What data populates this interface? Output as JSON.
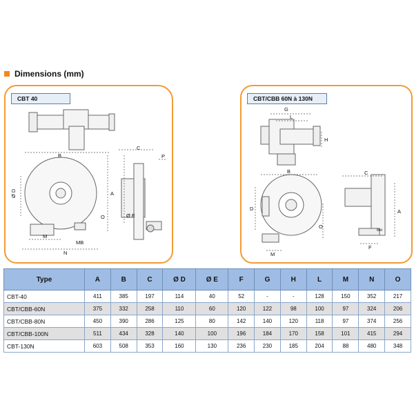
{
  "section": {
    "title": "Dimensions (mm)"
  },
  "panels": {
    "left": {
      "label": "CBT 40",
      "dims": {
        "b": "B",
        "c": "C",
        "p": "P",
        "d": "Ø D",
        "a": "A",
        "o": "O",
        "e": "Ø E",
        "m": "M",
        "mb": "MB",
        "n": "N"
      }
    },
    "right": {
      "label": "CBT/CBB 60N à 130N",
      "dims": {
        "g": "G",
        "l": "L",
        "h": "H",
        "b": "B",
        "c": "C",
        "d": "D",
        "a": "A",
        "o": "O",
        "m": "M",
        "f": "F",
        "mb": "Mel"
      }
    }
  },
  "table": {
    "headers": [
      "Type",
      "A",
      "B",
      "C",
      "Ø D",
      "Ø E",
      "F",
      "G",
      "H",
      "L",
      "M",
      "N",
      "O"
    ],
    "rows": [
      [
        "CBT-40",
        "411",
        "385",
        "197",
        "114",
        "40",
        "52",
        "-",
        "-",
        "128",
        "150",
        "352",
        "217"
      ],
      [
        "CBT/CBB-60N",
        "375",
        "332",
        "258",
        "110",
        "60",
        "120",
        "122",
        "98",
        "100",
        "97",
        "324",
        "206"
      ],
      [
        "CBT/CBB-80N",
        "450",
        "390",
        "286",
        "125",
        "80",
        "142",
        "140",
        "120",
        "118",
        "97",
        "374",
        "256"
      ],
      [
        "CBT/CBB-100N",
        "511",
        "434",
        "328",
        "140",
        "100",
        "196",
        "184",
        "170",
        "158",
        "101",
        "415",
        "294"
      ],
      [
        "CBT-130N",
        "603",
        "508",
        "353",
        "160",
        "130",
        "236",
        "230",
        "185",
        "204",
        "88",
        "480",
        "348"
      ]
    ]
  },
  "colors": {
    "accent": "#f39a34",
    "header": "#9fbde4",
    "label_bg": "#e6eef8",
    "row_alt": "#e0e0e0"
  }
}
